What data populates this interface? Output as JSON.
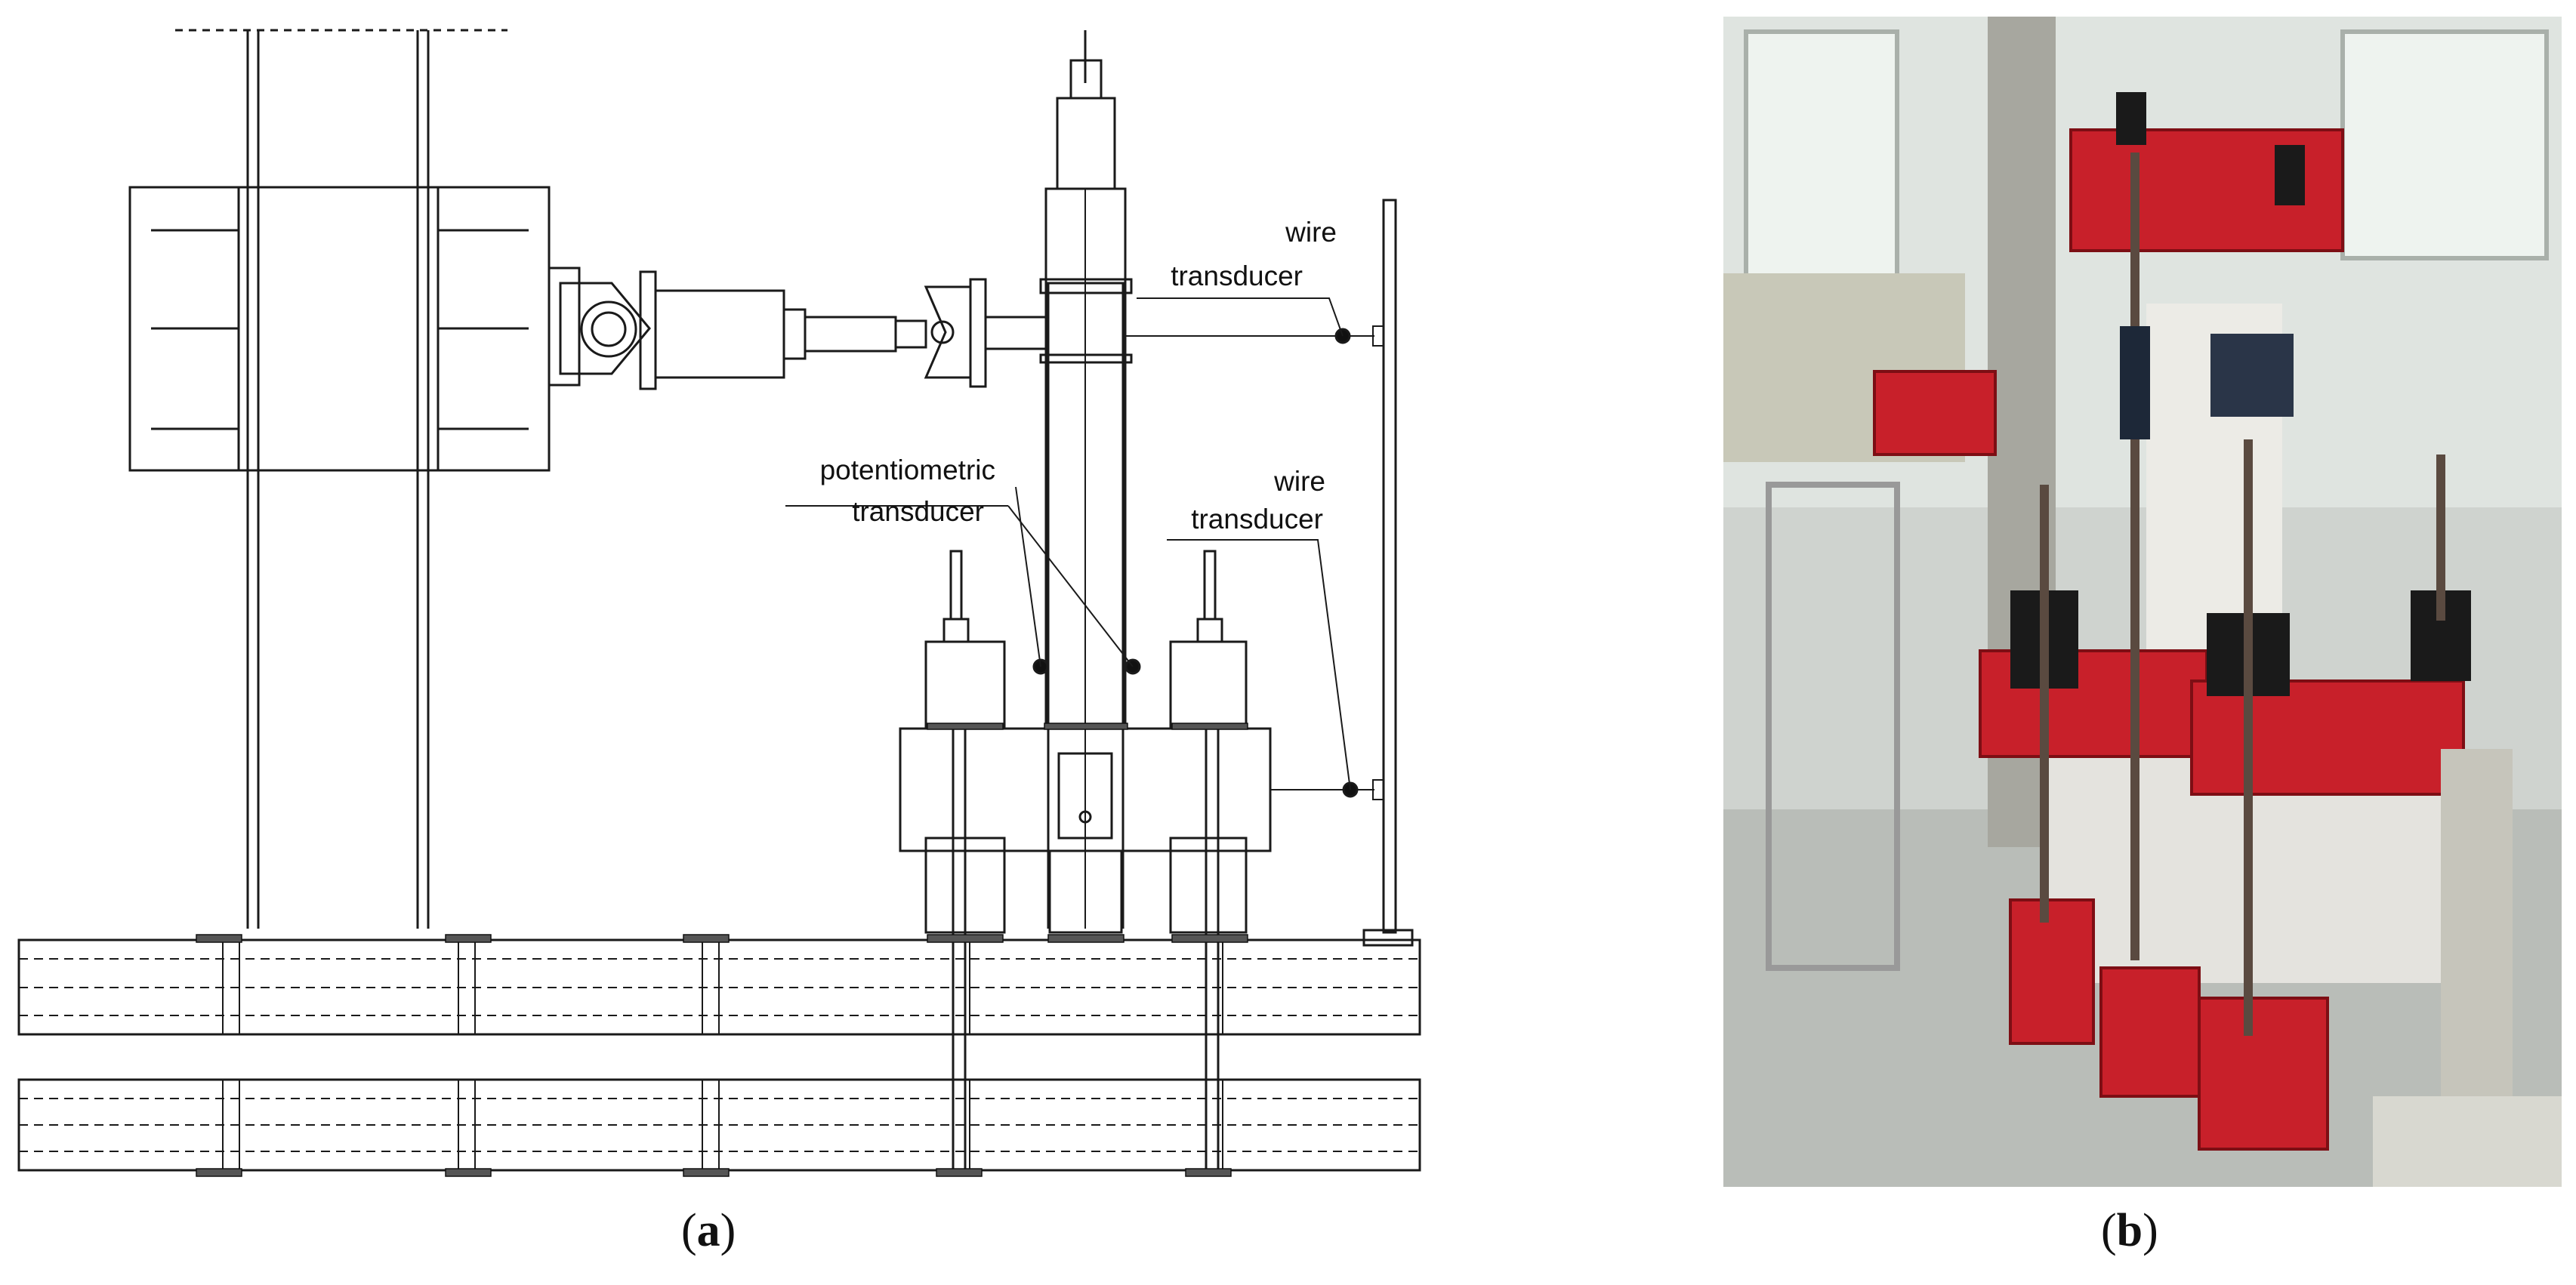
{
  "panel_a": {
    "caption_letter": "a",
    "labels": {
      "wire_top_line1": "wire",
      "wire_top_line2": "transducer",
      "pot_line1": "potentiometric",
      "pot_line2": "transducer",
      "wire_mid_line1": "wire",
      "wire_mid_line2": "transducer"
    }
  },
  "panel_b": {
    "caption_letter": "b"
  }
}
